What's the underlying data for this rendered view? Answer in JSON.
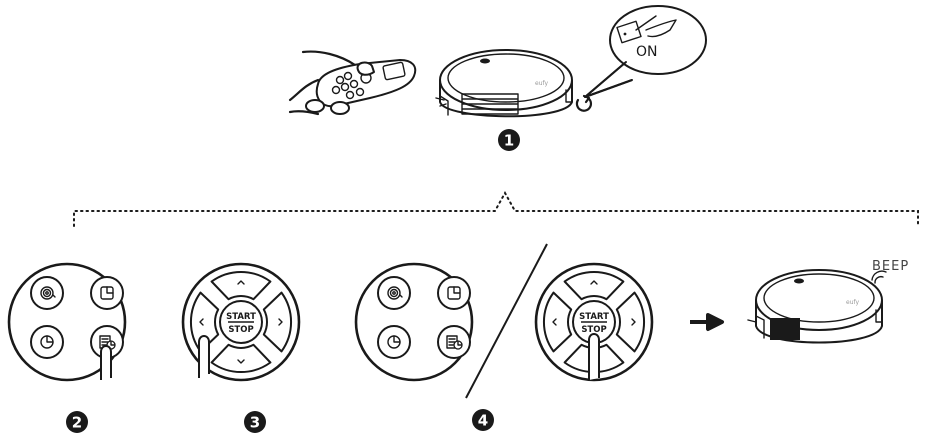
{
  "steps": {
    "one": "1",
    "two": "2",
    "three": "3",
    "four": "4"
  },
  "switch_callout": {
    "label": "ON"
  },
  "start_stop": {
    "start": "START",
    "stop": "STOP"
  },
  "robot_alert": {
    "label": "BEEP"
  },
  "brand_logo": "eufy",
  "colors": {
    "ink": "#1a1a1a",
    "background": "#ffffff"
  }
}
